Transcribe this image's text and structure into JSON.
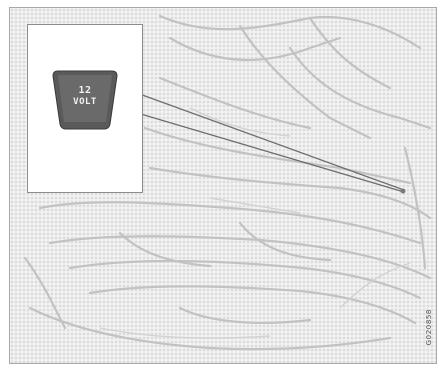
{
  "figure": {
    "button_label_top": "12",
    "button_label_bottom": "VOLT",
    "reference_code": "G020858"
  },
  "colors": {
    "background": "#ececec",
    "linework": "#bdbdbd",
    "button_fill": "#5a5a5a",
    "button_text": "#f2f2f2",
    "leader_line": "#6e6e6e"
  },
  "icons": [
    "12-volt-socket-icon"
  ]
}
